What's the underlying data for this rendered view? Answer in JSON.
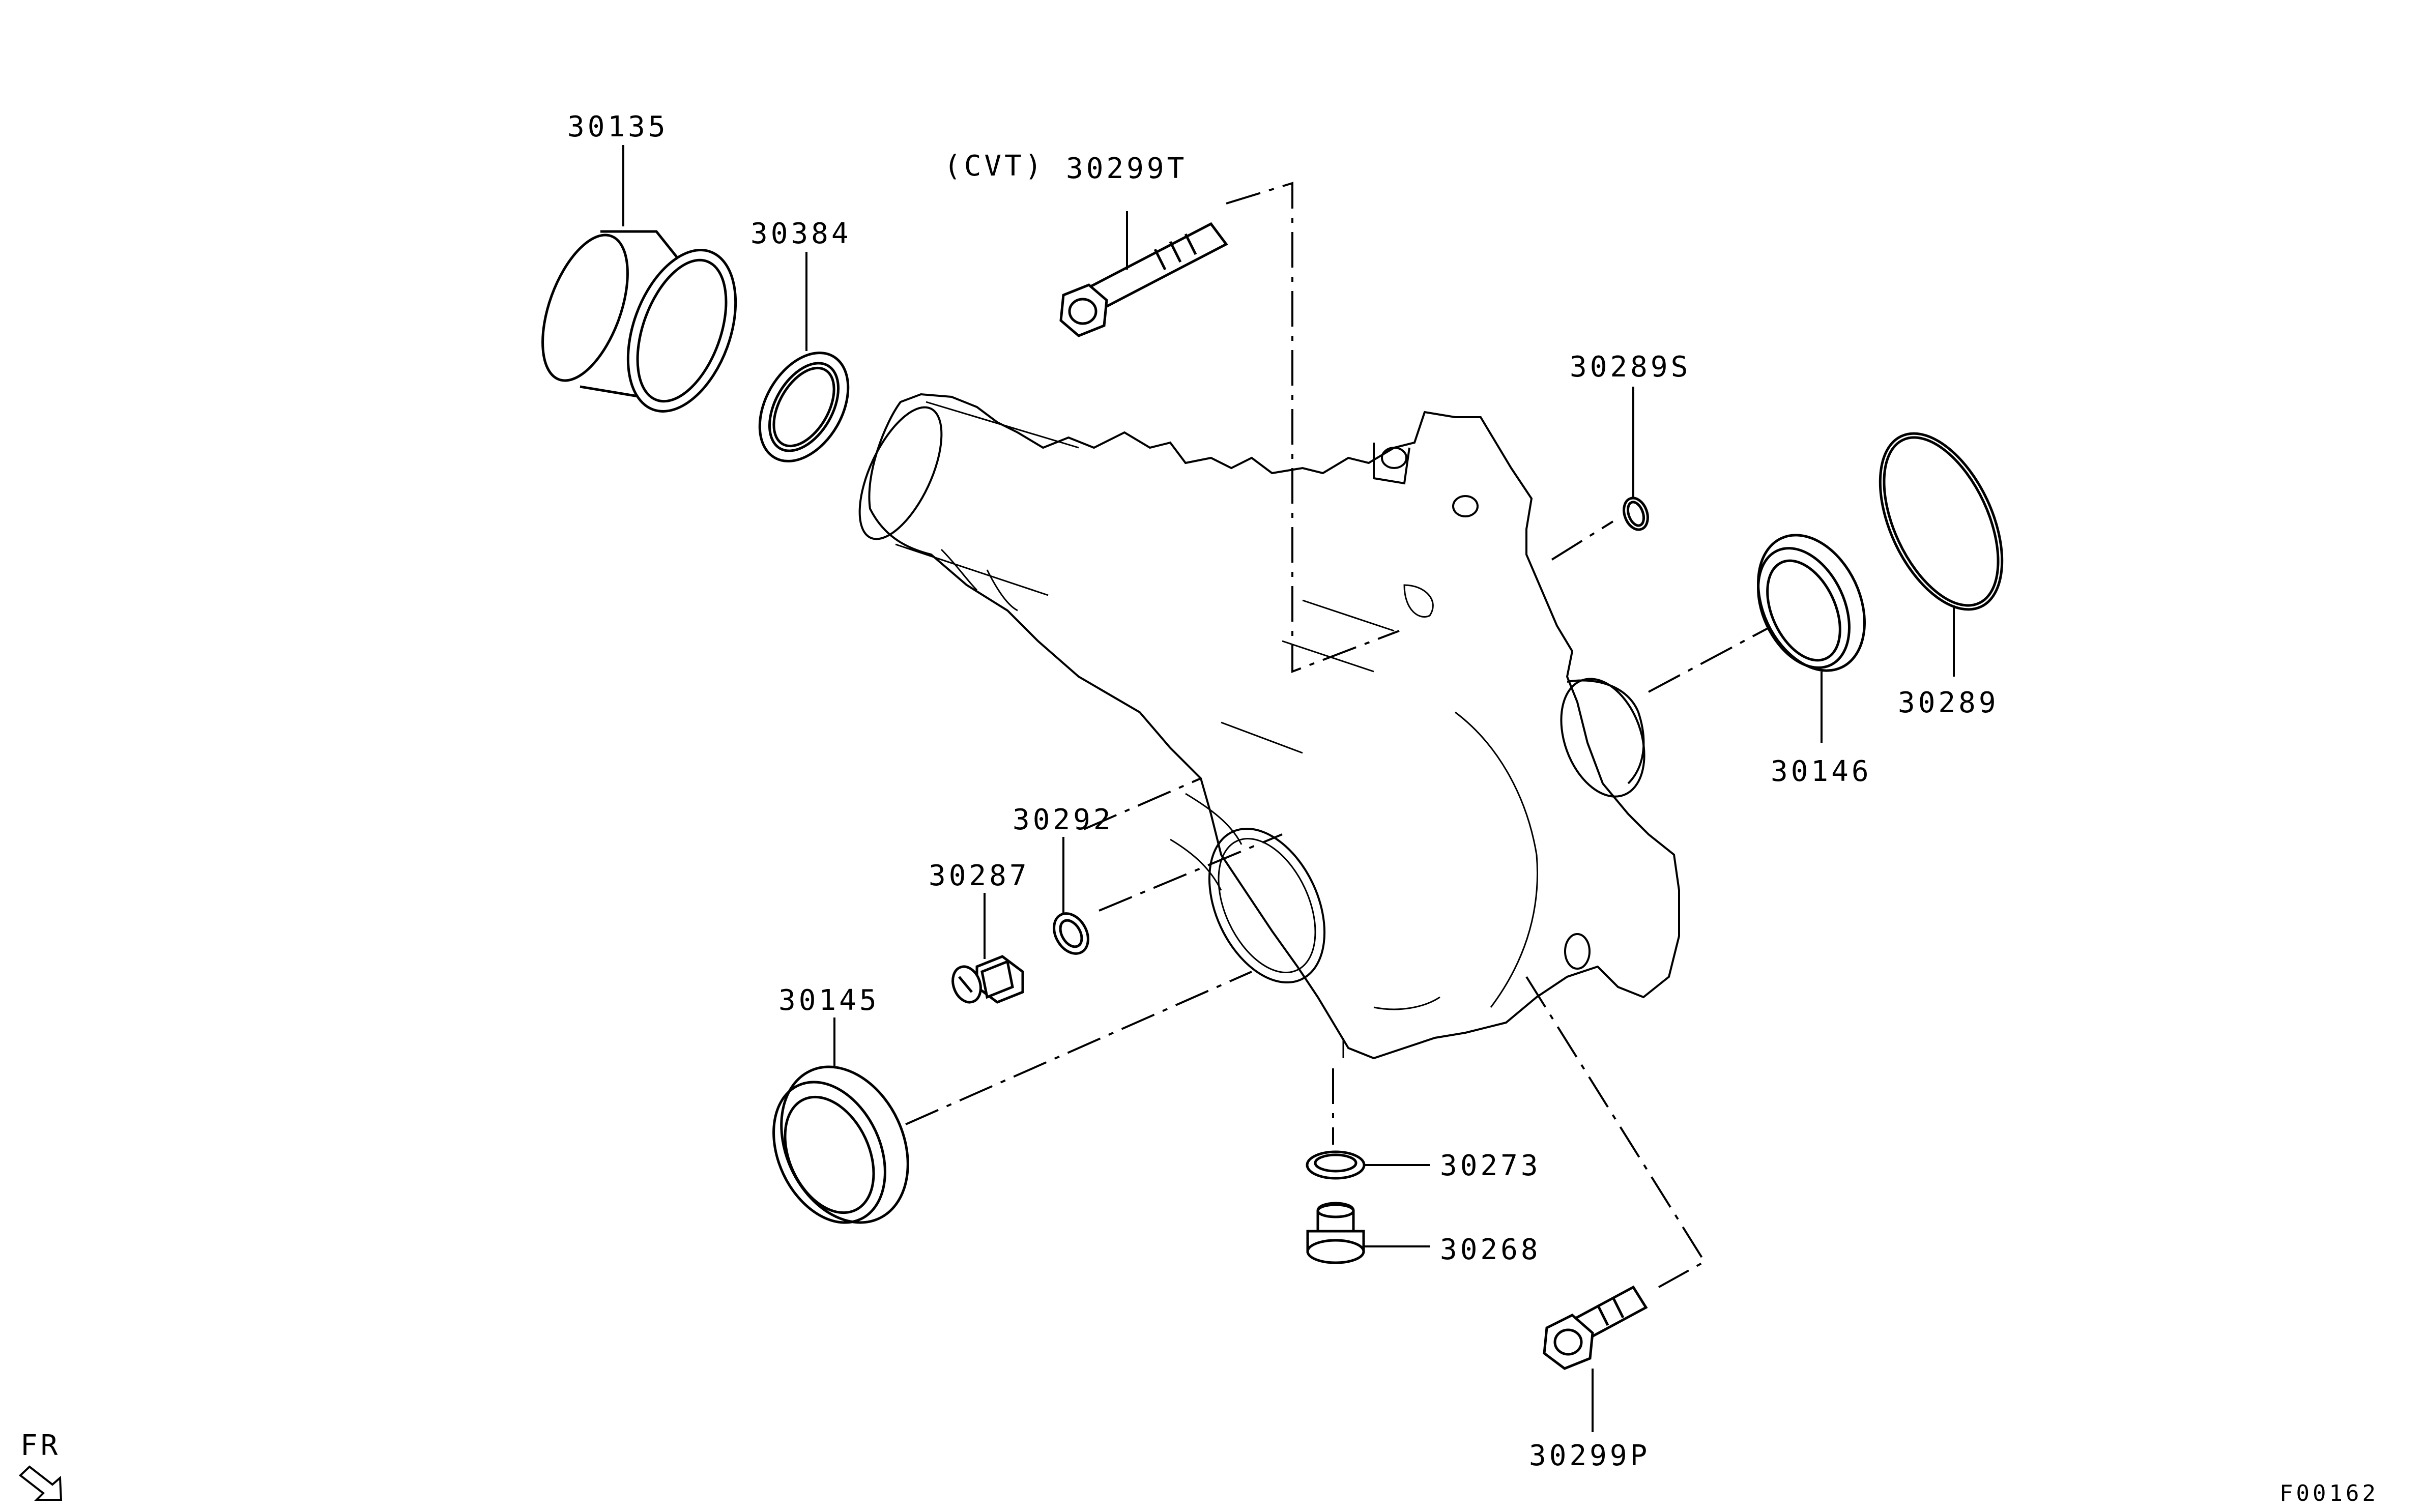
{
  "diagram": {
    "parts": [
      {
        "id": "p30135",
        "label": "30135"
      },
      {
        "id": "p30384",
        "label": "30384"
      },
      {
        "id": "p30299T",
        "label": "30299T",
        "note": "(CVT)"
      },
      {
        "id": "p30289S",
        "label": "30289S"
      },
      {
        "id": "p30289",
        "label": "30289"
      },
      {
        "id": "p30146",
        "label": "30146"
      },
      {
        "id": "p30292",
        "label": "30292"
      },
      {
        "id": "p30287",
        "label": "30287"
      },
      {
        "id": "p30145",
        "label": "30145"
      },
      {
        "id": "p30273",
        "label": "30273"
      },
      {
        "id": "p30268",
        "label": "30268"
      },
      {
        "id": "p30299P",
        "label": "30299P"
      }
    ],
    "direction_label": "FR",
    "figure_code": "F00162"
  }
}
